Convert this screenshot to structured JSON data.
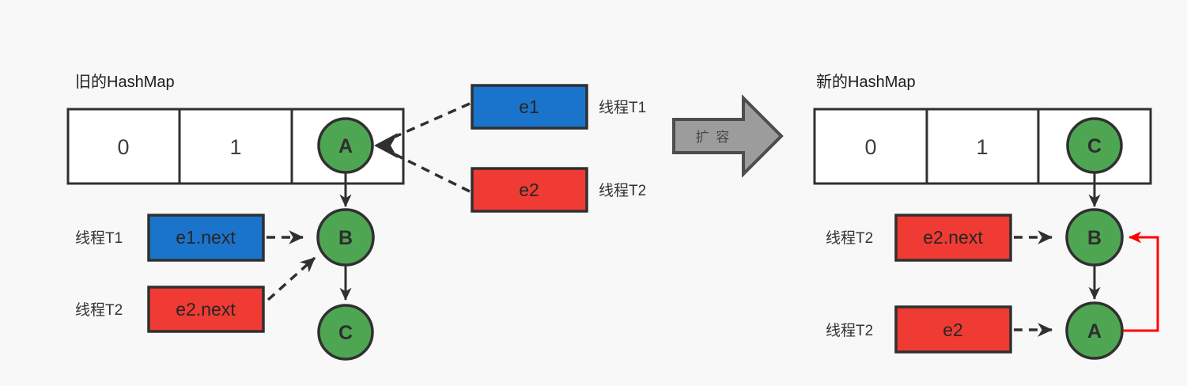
{
  "colors": {
    "background": "#f8f8f8",
    "node_green": "#4ea652",
    "blue": "#1b74cc",
    "red": "#ef3b33",
    "gray_arrow": "#9c9c9c",
    "stroke_dark": "#303030",
    "red_loop": "#ff0000"
  },
  "old_hashmap": {
    "title": "旧的HashMap",
    "bucket_0": "0",
    "bucket_1": "1",
    "node_a": "A",
    "node_b": "B",
    "node_c": "C",
    "e1": {
      "label": "e1",
      "thread": "线程T1"
    },
    "e2": {
      "label": "e2",
      "thread": "线程T2"
    },
    "e1_next": {
      "label": "e1.next",
      "thread": "线程T1"
    },
    "e2_next": {
      "label": "e2.next",
      "thread": "线程T2"
    }
  },
  "expand_arrow": {
    "label": "扩 容"
  },
  "new_hashmap": {
    "title": "新的HashMap",
    "bucket_0": "0",
    "bucket_1": "1",
    "node_c": "C",
    "node_b": "B",
    "node_a": "A",
    "e2_next": {
      "label": "e2.next",
      "thread": "线程T2"
    },
    "e2": {
      "label": "e2",
      "thread": "线程T2"
    }
  }
}
